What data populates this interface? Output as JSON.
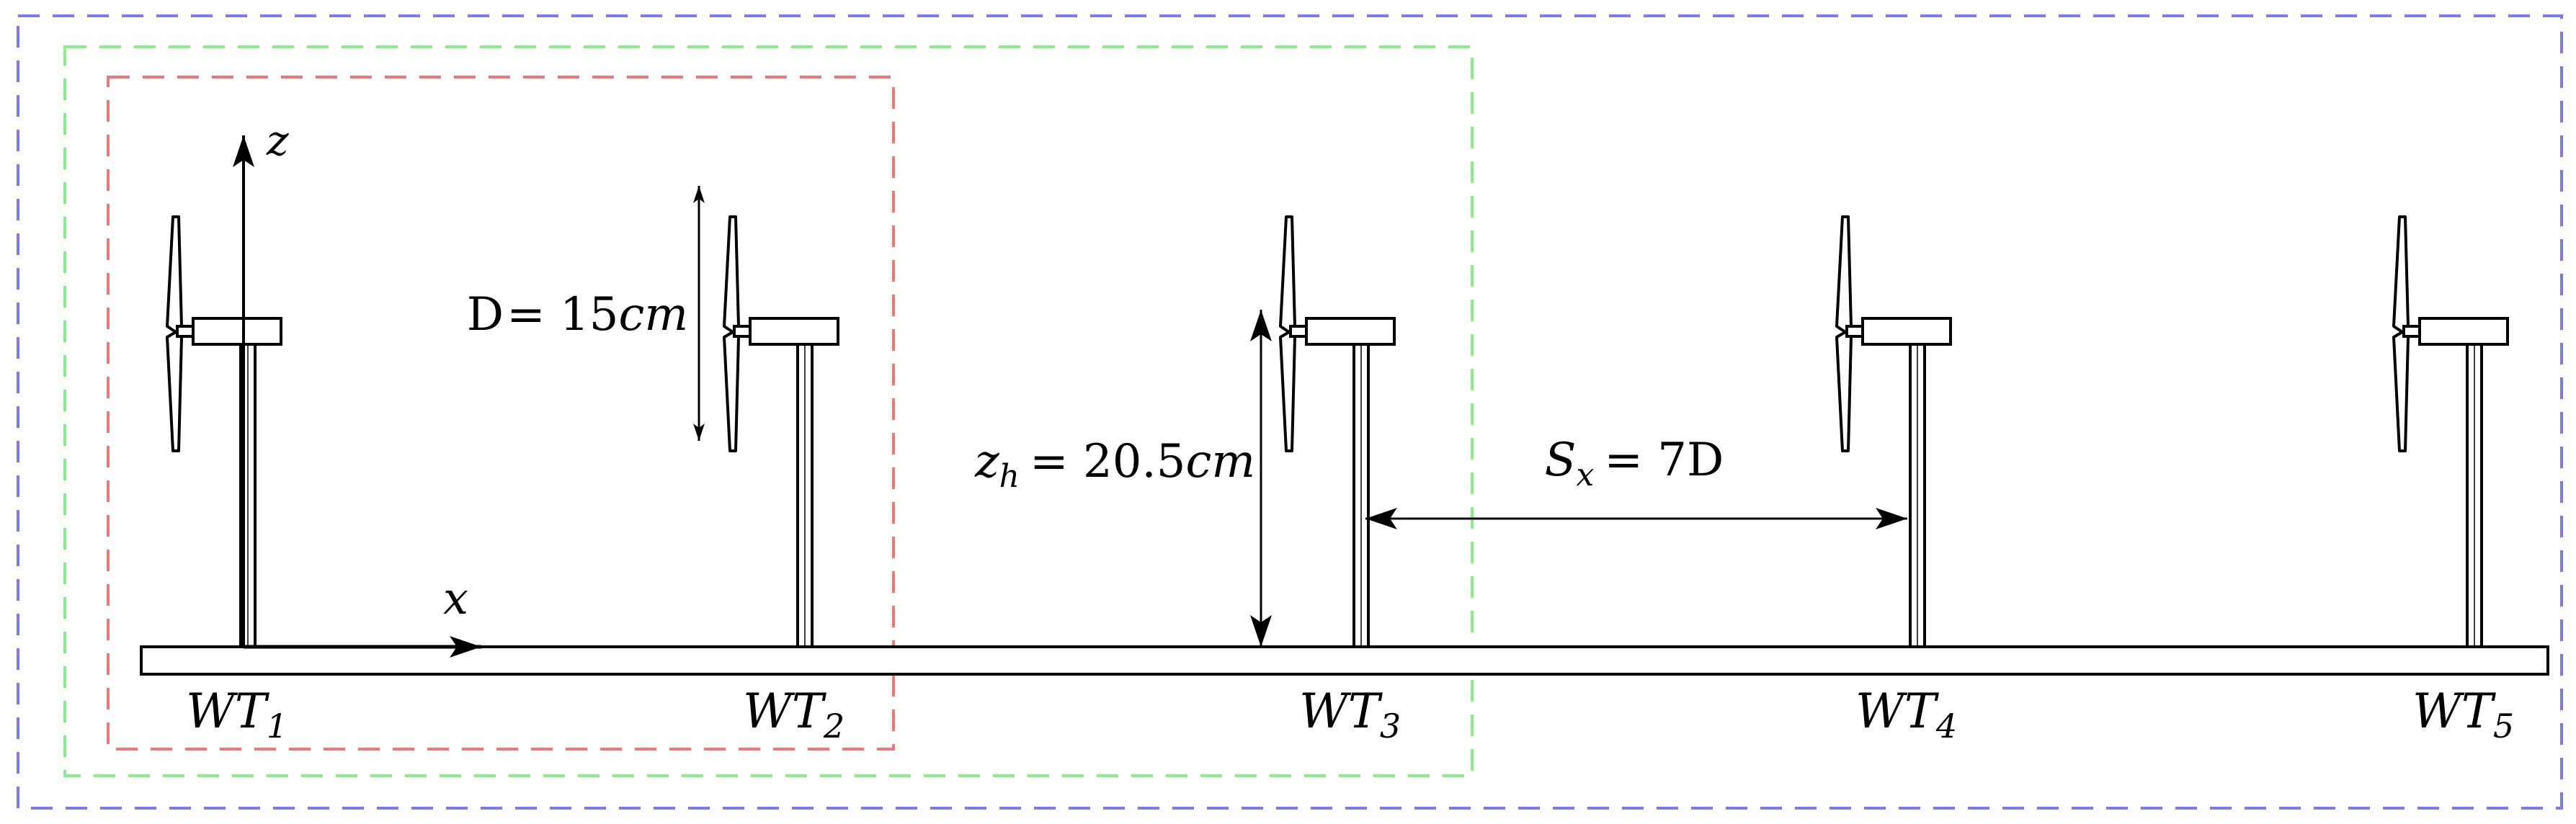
{
  "colors": {
    "outer_box": "#7a7af5",
    "middle_box": "#88ee88",
    "inner_box": "#ee7777",
    "ink": "#000000"
  },
  "turbines": [
    {
      "label": "WT",
      "sub": "1"
    },
    {
      "label": "WT",
      "sub": "2"
    },
    {
      "label": "WT",
      "sub": "3"
    },
    {
      "label": "WT",
      "sub": "4"
    },
    {
      "label": "WT",
      "sub": "5"
    }
  ],
  "axes": {
    "z": "z",
    "x": "x"
  },
  "annotations": {
    "diameter": {
      "name": "D",
      "eq": "= 15",
      "unit": "cm"
    },
    "hub_height": {
      "var": "z",
      "sub": "h",
      "eq": "= 20.5",
      "unit": "cm"
    },
    "spacing": {
      "var": "S",
      "sub": "x",
      "eq": "= 7D"
    }
  }
}
